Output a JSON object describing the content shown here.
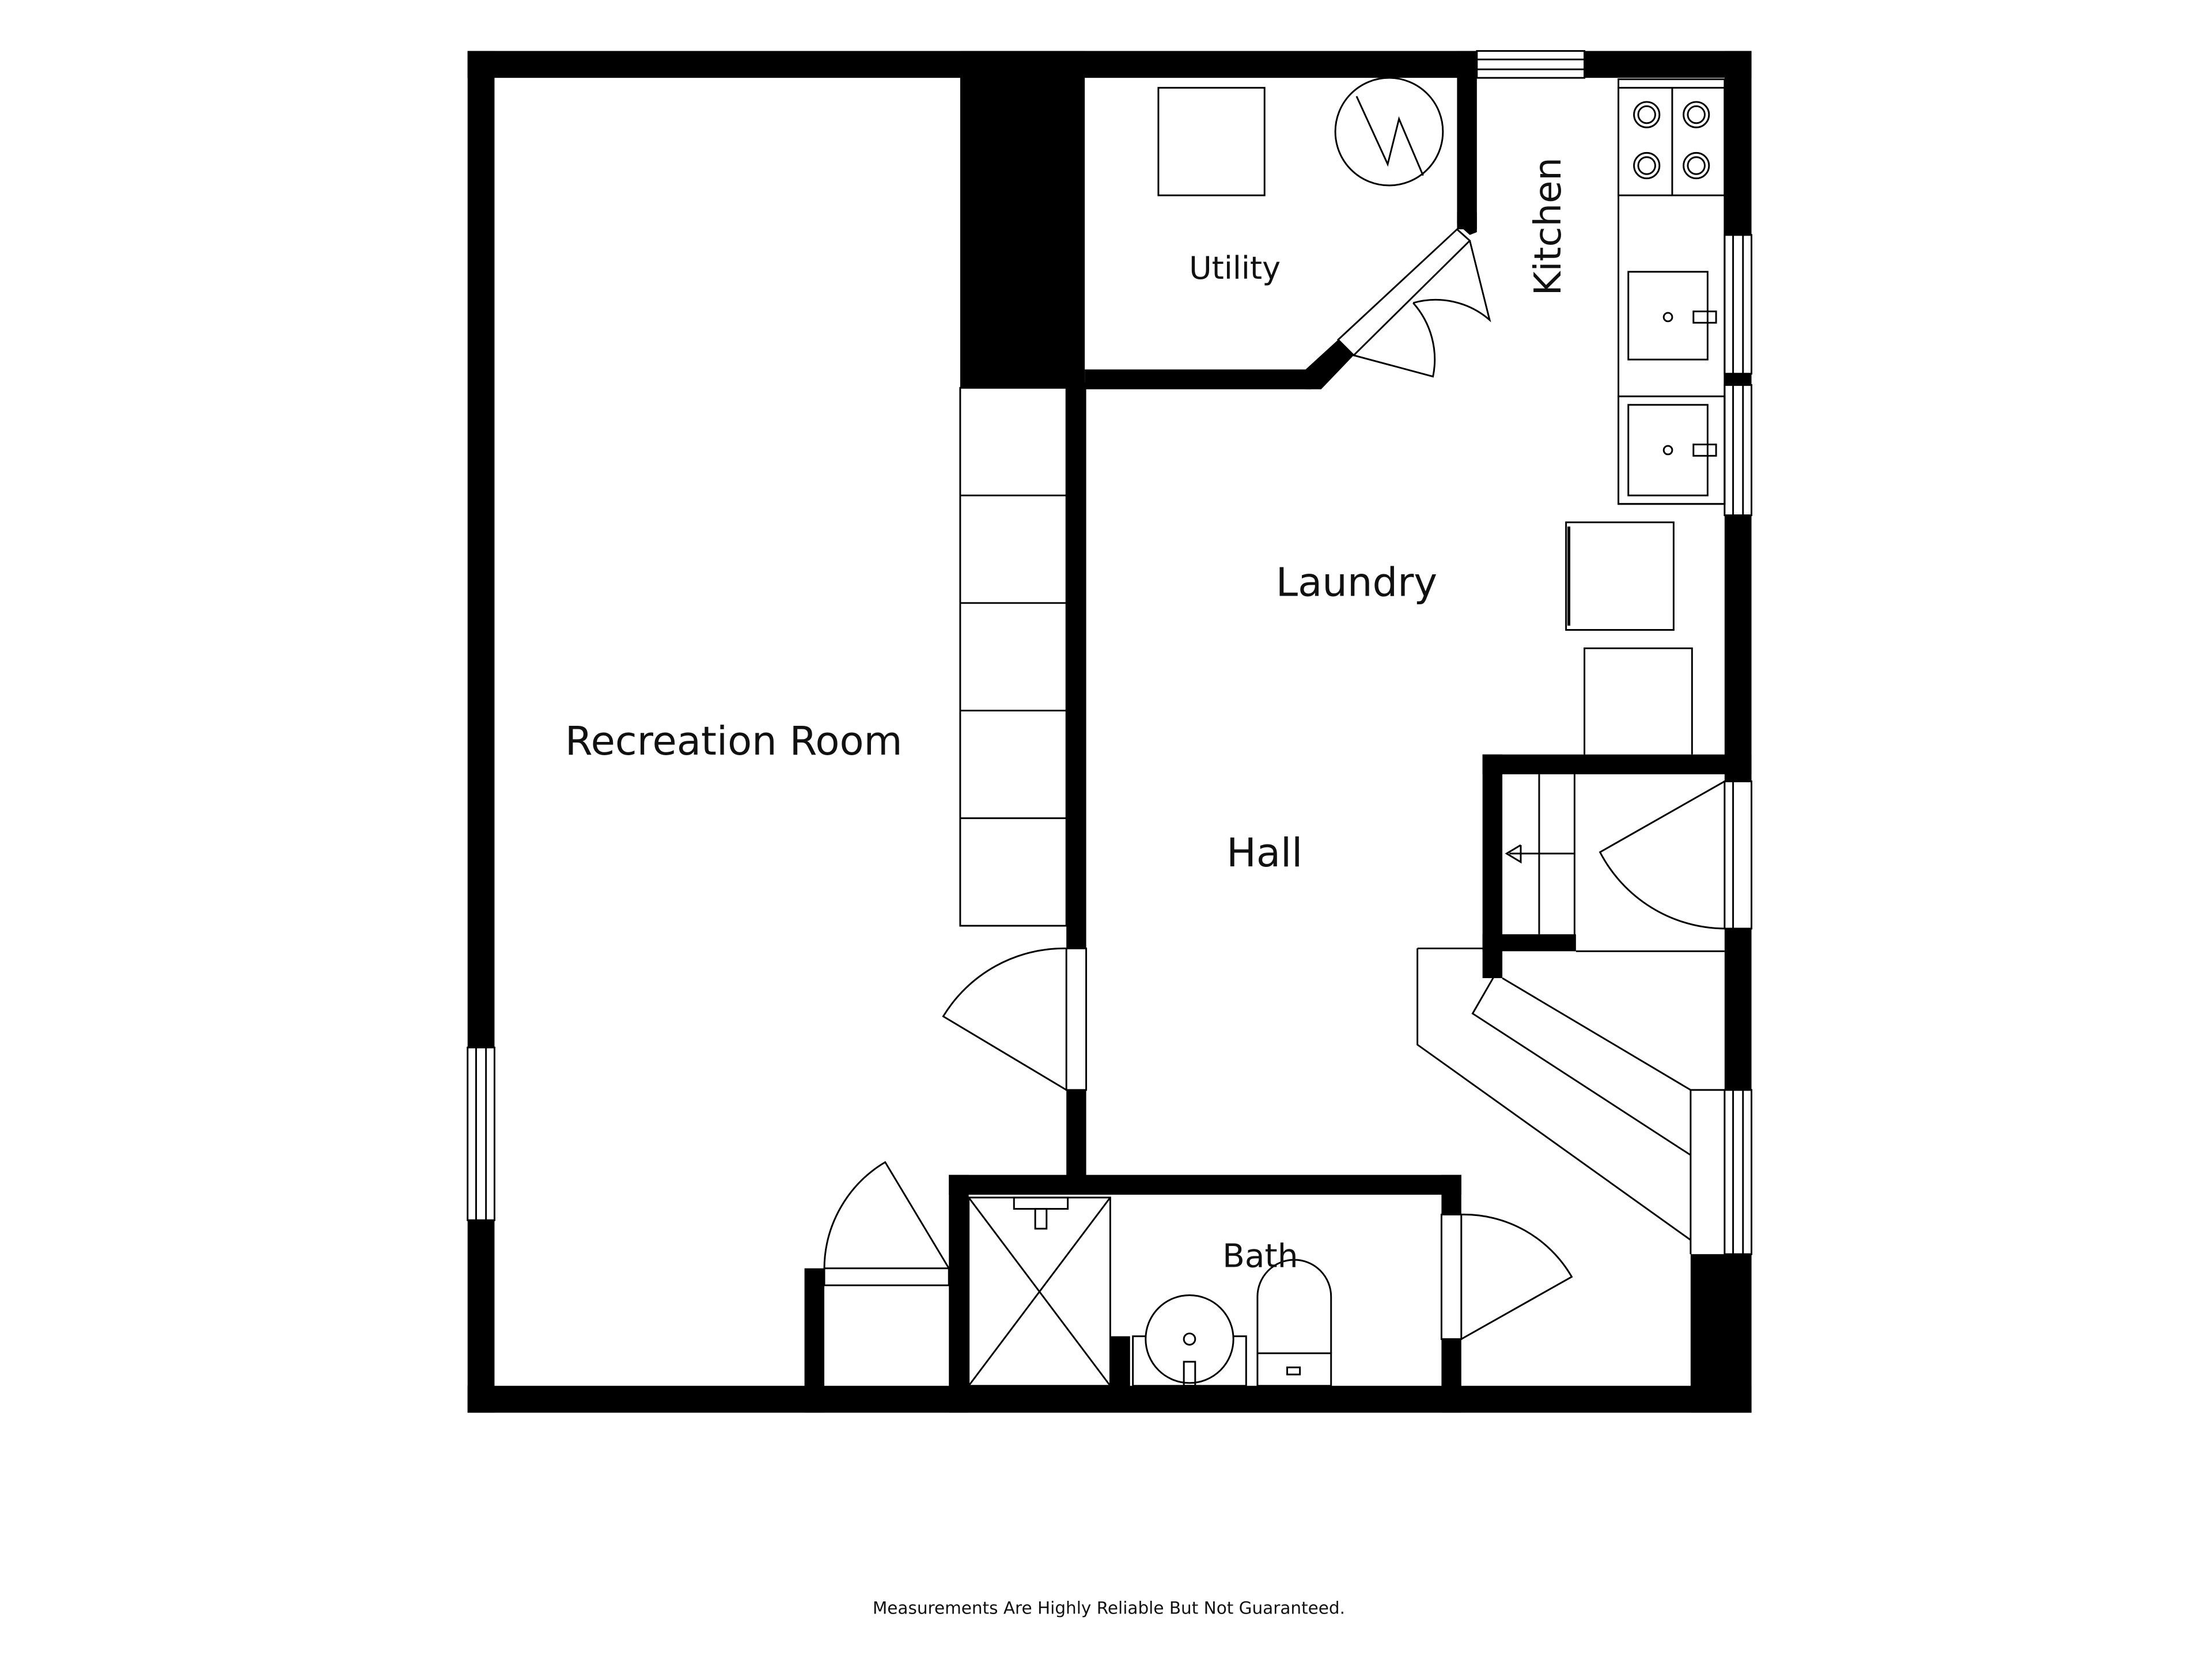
{
  "rooms": {
    "utility": "Utility",
    "kitchen": "Kitchen",
    "laundry": "Laundry",
    "recreation": "Recreation Room",
    "hall": "Hall",
    "bath": "Bath"
  },
  "footer": {
    "disclaimer": "Measurements Are Highly Reliable But Not Guaranteed."
  },
  "colors": {
    "wall": "#000000",
    "line": "#000000",
    "background": "#ffffff"
  }
}
